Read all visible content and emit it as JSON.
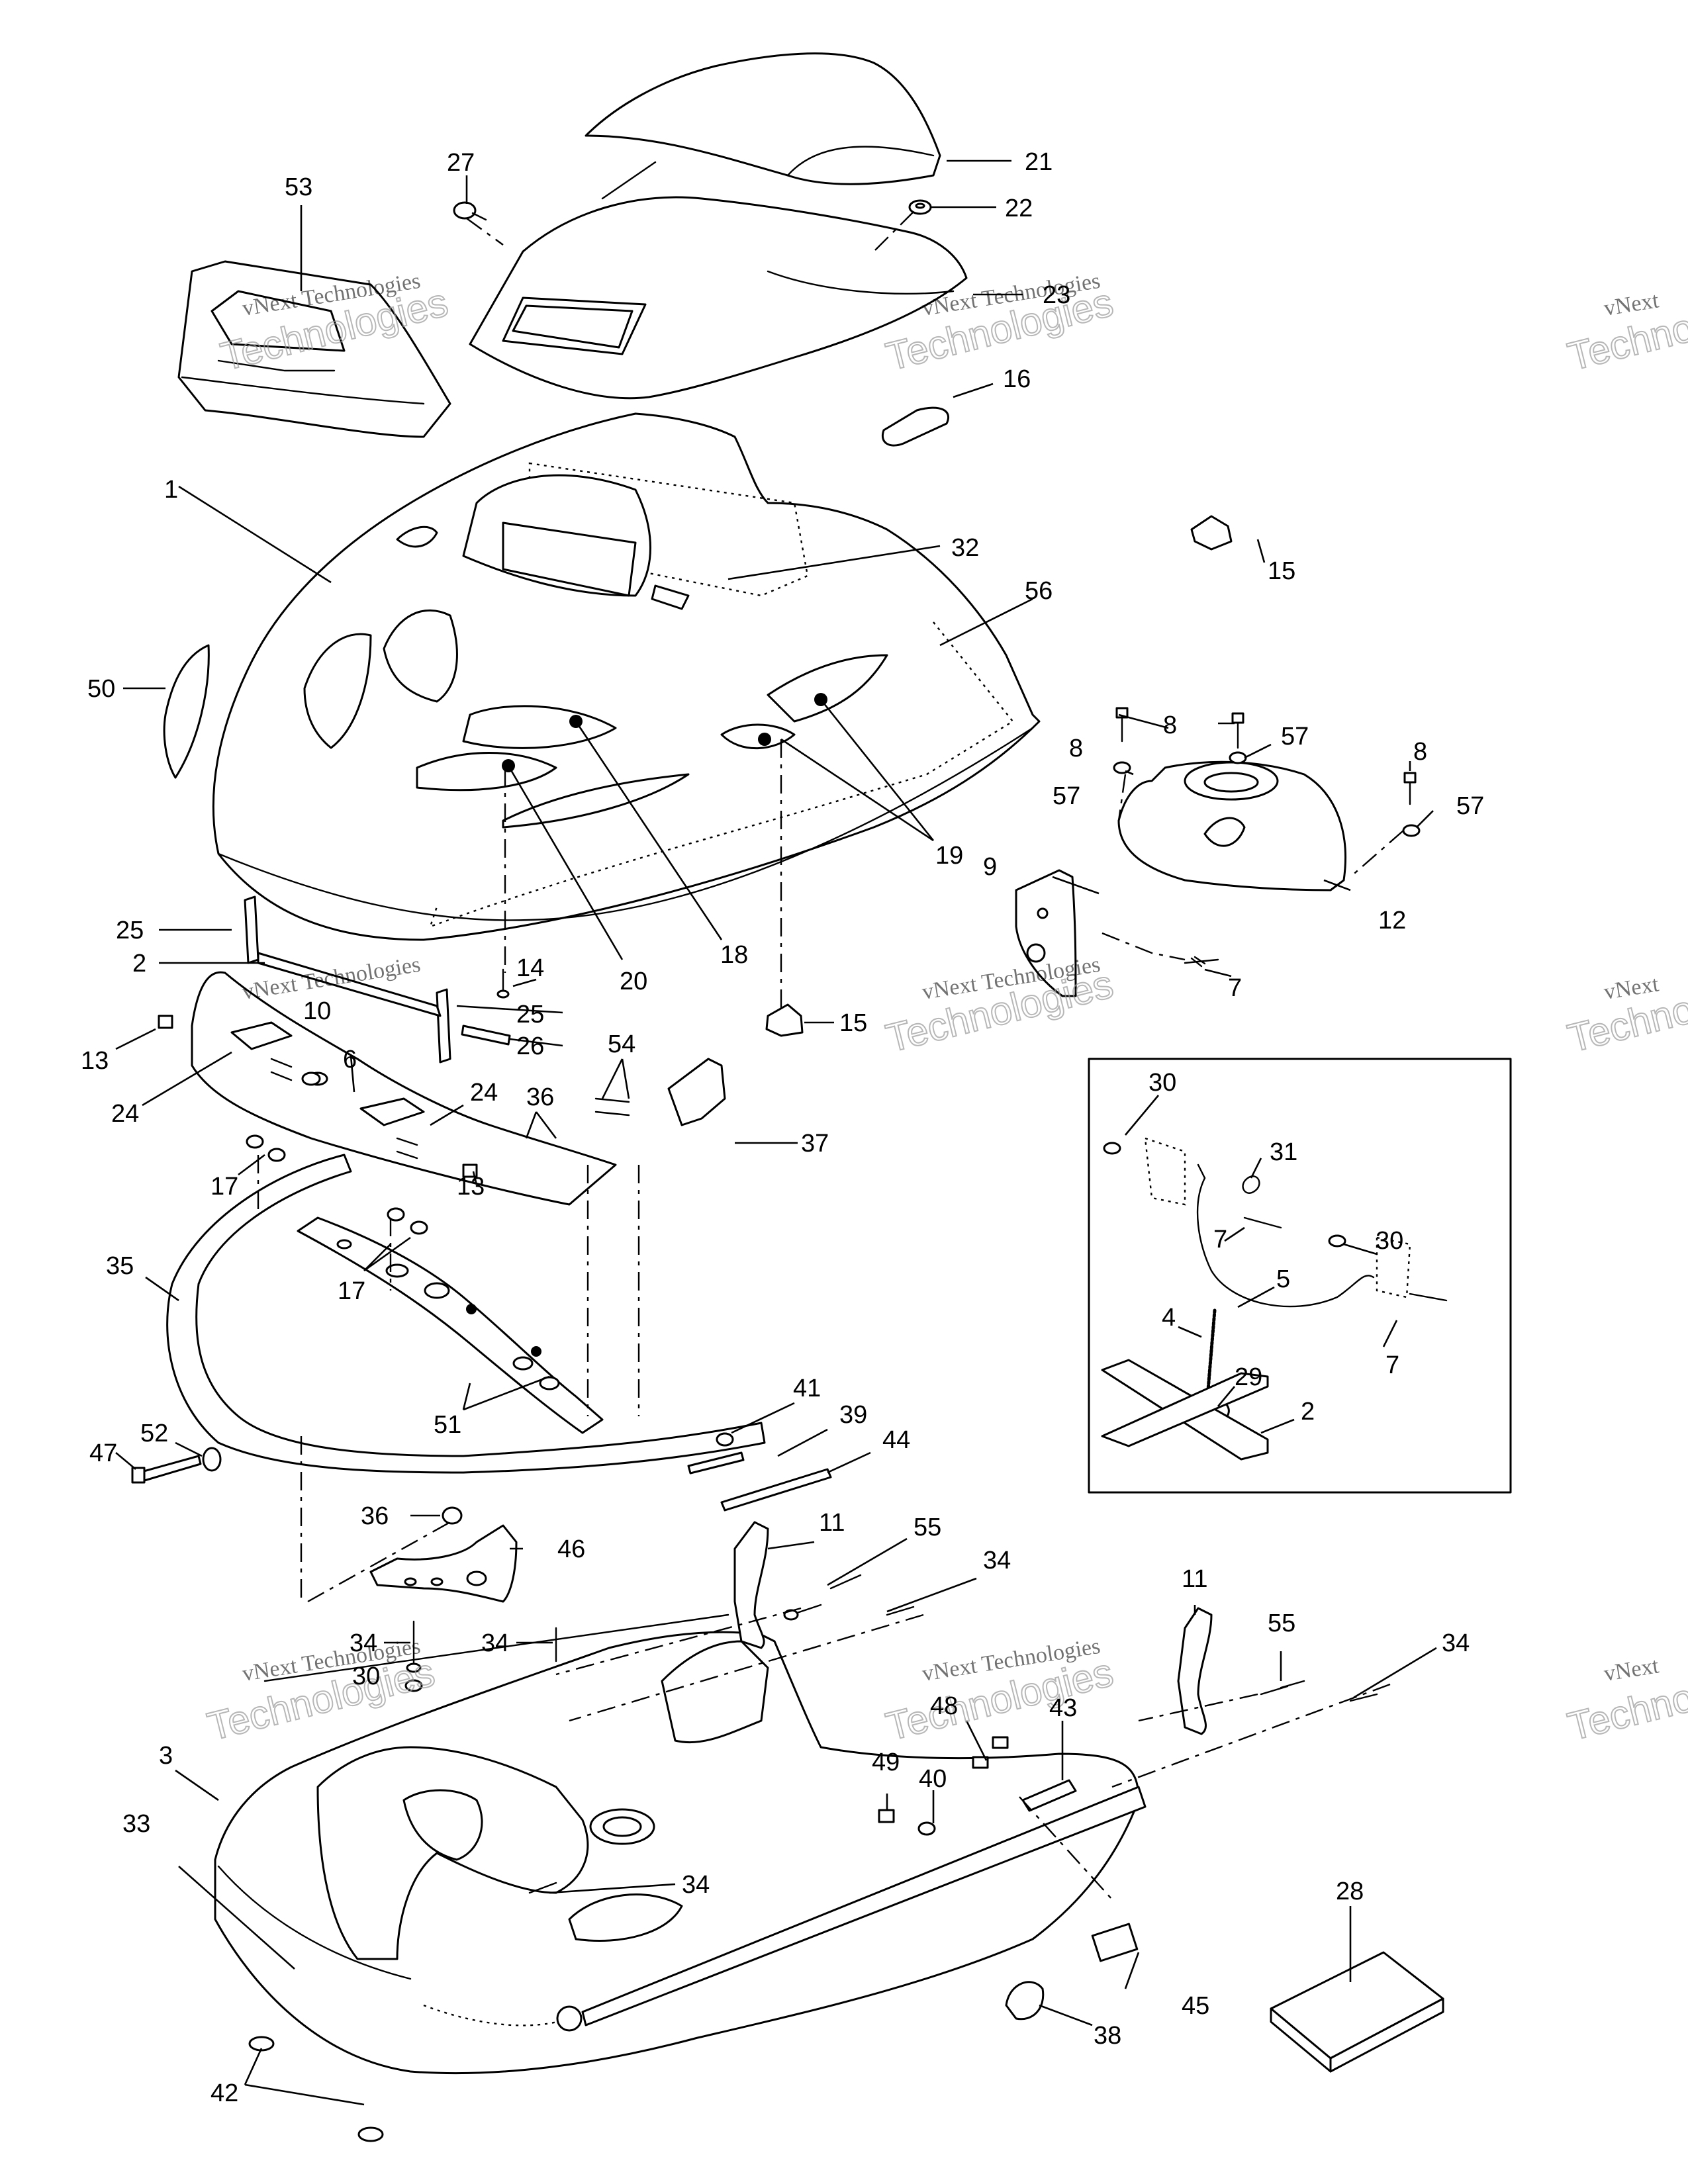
{
  "watermark": {
    "line1": "vNext",
    "line2": "Technologies",
    "combined": "vNext Technologies"
  },
  "callouts": {
    "c1": "1",
    "c2": "2",
    "c2b": "2",
    "c3": "3",
    "c4": "4",
    "c5": "5",
    "c6": "6",
    "c7a": "7",
    "c7b": "7",
    "c7c": "7",
    "c8a": "8",
    "c8b": "8",
    "c8c": "8",
    "c9": "9",
    "c10": "10",
    "c11a": "11",
    "c11b": "11",
    "c12": "12",
    "c13a": "13",
    "c13b": "13",
    "c14": "14",
    "c15a": "15",
    "c15b": "15",
    "c16": "16",
    "c17a": "17",
    "c17b": "17",
    "c18": "18",
    "c19": "19",
    "c20": "20",
    "c21": "21",
    "c22": "22",
    "c23": "23",
    "c24a": "24",
    "c24b": "24",
    "c25a": "25",
    "c25b": "25",
    "c26": "26",
    "c27": "27",
    "c28": "28",
    "c29": "29",
    "c30a": "30",
    "c30b": "30",
    "c30c": "30",
    "c31": "31",
    "c32": "32",
    "c33": "33",
    "c34a": "34",
    "c34b": "34",
    "c34c": "34",
    "c34d": "34",
    "c34e": "34",
    "c35": "35",
    "c36a": "36",
    "c36b": "36",
    "c37": "37",
    "c38": "38",
    "c39": "39",
    "c40": "40",
    "c41": "41",
    "c42": "42",
    "c43": "43",
    "c44": "44",
    "c45": "45",
    "c46": "46",
    "c47": "47",
    "c48": "48",
    "c49": "49",
    "c50": "50",
    "c51": "51",
    "c52": "52",
    "c53": "53",
    "c54": "54",
    "c55a": "55",
    "c55b": "55",
    "c56": "56",
    "c57a": "57",
    "c57b": "57",
    "c57c": "57"
  }
}
